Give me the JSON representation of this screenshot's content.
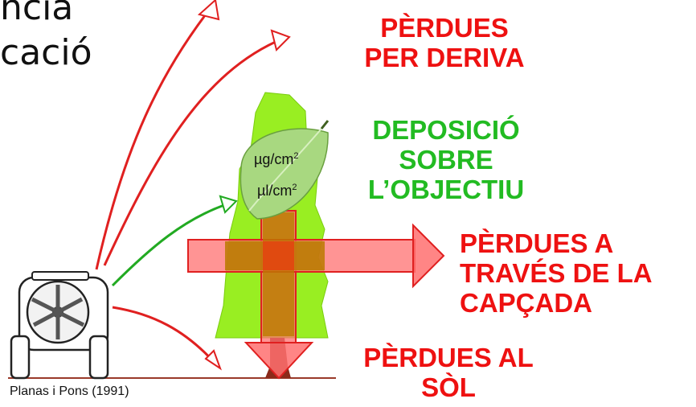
{
  "title_fragments": [
    "ncia",
    "cació"
  ],
  "labels": {
    "drift": [
      "PÈRDUES",
      "PER DERIVA"
    ],
    "deposition": [
      "DEPOSICIÓ",
      "SOBRE",
      "L’OBJECTIU"
    ],
    "through_canopy": [
      "PÈRDUES A",
      "TRAVÉS DE LA",
      "CAPÇADA"
    ],
    "soil": [
      "PÈRDUES AL",
      "SÒL"
    ]
  },
  "units": {
    "mass_base": "µg/cm",
    "mass_exp": "2",
    "volume_base": "µl/cm",
    "volume_exp": "2"
  },
  "credit": "Planas i Pons (1991)",
  "colors": {
    "red_text": "#ee1111",
    "green_text": "#22bb22",
    "canopy": "#99ee22",
    "arrow_fill": "#ff7070",
    "overlap": "#bb7a00"
  }
}
